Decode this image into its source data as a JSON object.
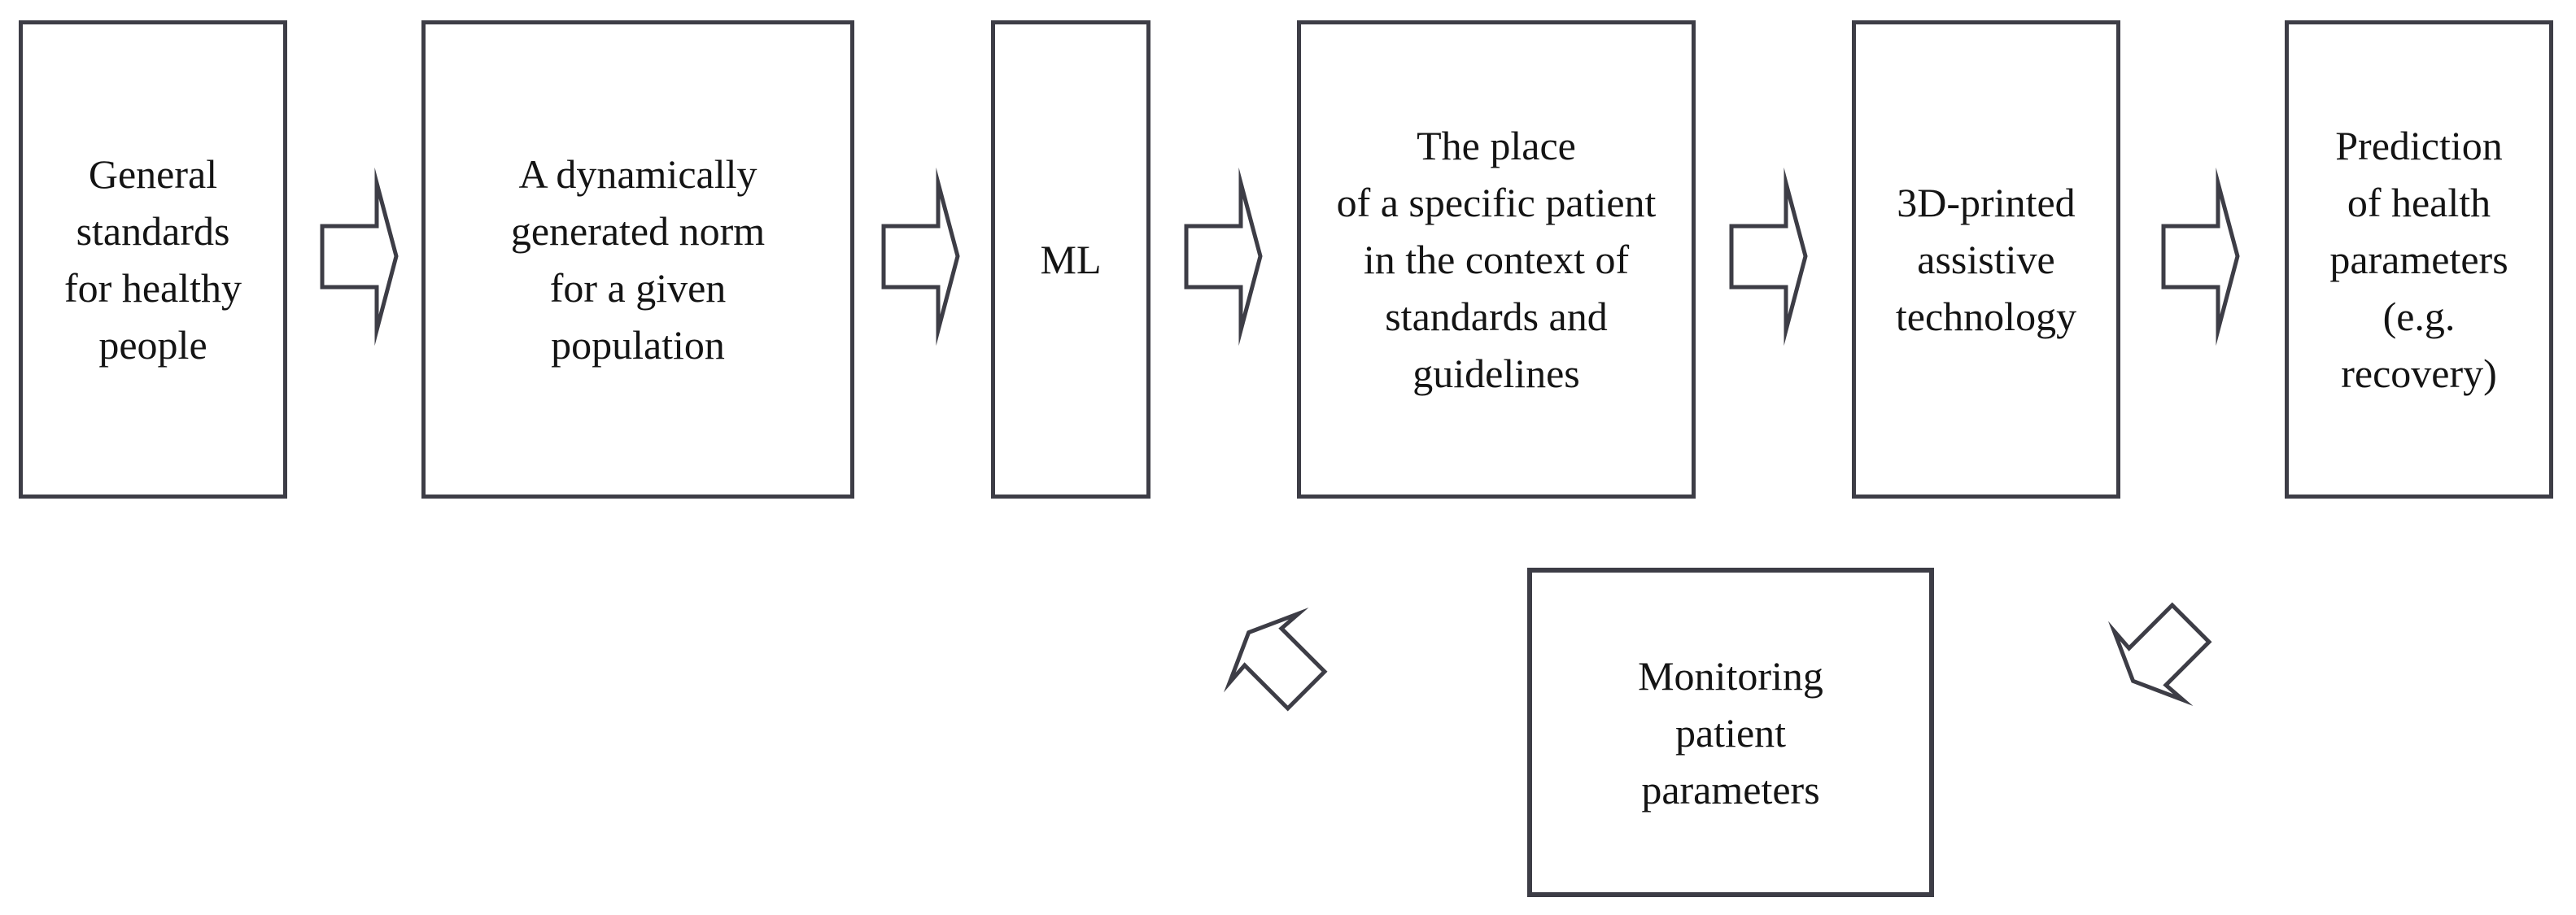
{
  "figure": {
    "colors": {
      "background": "#ffffff",
      "line": "#3d3d46",
      "text": "#141414"
    },
    "boxes": [
      {
        "id": "general-standards",
        "label": "General\nstandards\nfor healthy\npeople"
      },
      {
        "id": "dynamically-generated-norm",
        "label": "A dynamically\ngenerated norm\nfor a given\npopulation"
      },
      {
        "id": "ml",
        "label": "ML"
      },
      {
        "id": "place-of-specific-patient",
        "label": "The place\nof a specific patient\nin the context of\nstandards and\nguidelines"
      },
      {
        "id": "3d-printed-assistive-technology",
        "label": "3D-printed\nassistive\ntechnology"
      },
      {
        "id": "prediction-of-health-parameters",
        "label": "Prediction\nof health\nparameters\n(e.g.\nrecovery)"
      },
      {
        "id": "monitoring-patient-parameters",
        "label": "Monitoring\npatient\nparameters"
      }
    ],
    "arrows": [
      {
        "from": "general-standards",
        "to": "dynamically-generated-norm",
        "direction": "right"
      },
      {
        "from": "dynamically-generated-norm",
        "to": "ml",
        "direction": "right"
      },
      {
        "from": "ml",
        "to": "place-of-specific-patient",
        "direction": "right"
      },
      {
        "from": "place-of-specific-patient",
        "to": "3d-printed-assistive-technology",
        "direction": "right"
      },
      {
        "from": "3d-printed-assistive-technology",
        "to": "prediction-of-health-parameters",
        "direction": "right"
      },
      {
        "from": "monitoring-patient-parameters",
        "to": "place-of-specific-patient",
        "direction": "up-left"
      },
      {
        "from": "prediction-of-health-parameters",
        "to": "monitoring-patient-parameters",
        "direction": "down-left"
      }
    ]
  }
}
